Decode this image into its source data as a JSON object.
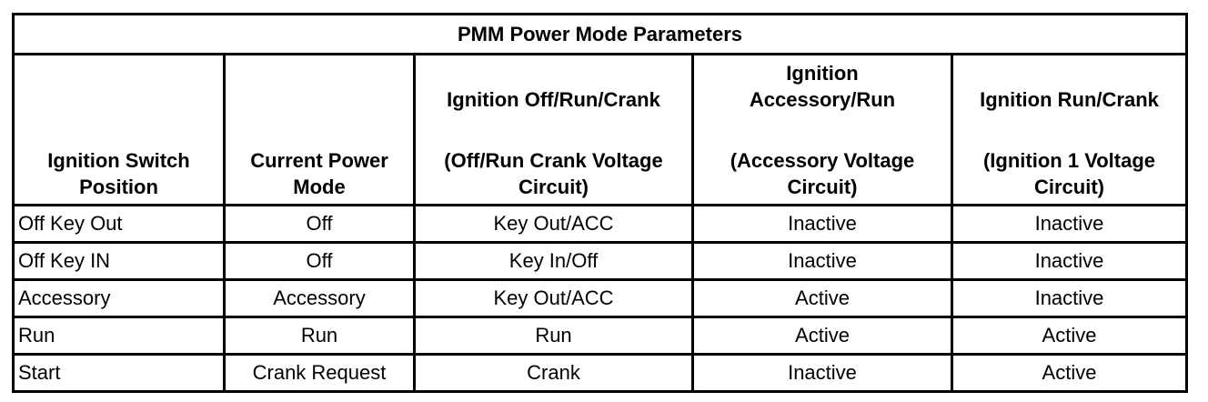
{
  "table": {
    "title": "PMM Power Mode Parameters",
    "headers": [
      {
        "lines_top": [],
        "lines_bottom": [
          "Ignition Switch",
          "Position"
        ]
      },
      {
        "lines_top": [],
        "lines_bottom": [
          "Current Power",
          "Mode"
        ]
      },
      {
        "lines_top": [
          "Ignition Off/Run/Crank"
        ],
        "lines_bottom": [
          "(Off/Run Crank Voltage",
          "Circuit)"
        ]
      },
      {
        "lines_top": [
          "Ignition",
          "Accessory/Run"
        ],
        "lines_bottom": [
          "(Accessory Voltage",
          "Circuit)"
        ]
      },
      {
        "lines_top": [
          "Ignition Run/Crank"
        ],
        "lines_bottom": [
          "(Ignition 1 Voltage",
          "Circuit)"
        ]
      }
    ],
    "rows": [
      [
        "Off Key Out",
        "Off",
        "Key Out/ACC",
        "Inactive",
        "Inactive"
      ],
      [
        "Off Key IN",
        "Off",
        "Key In/Off",
        "Inactive",
        "Inactive"
      ],
      [
        "Accessory",
        "Accessory",
        "Key Out/ACC",
        "Active",
        "Inactive"
      ],
      [
        "Run",
        "Run",
        "Run",
        "Active",
        "Active"
      ],
      [
        "Start",
        "Crank Request",
        "Crank",
        "Inactive",
        "Active"
      ]
    ]
  }
}
